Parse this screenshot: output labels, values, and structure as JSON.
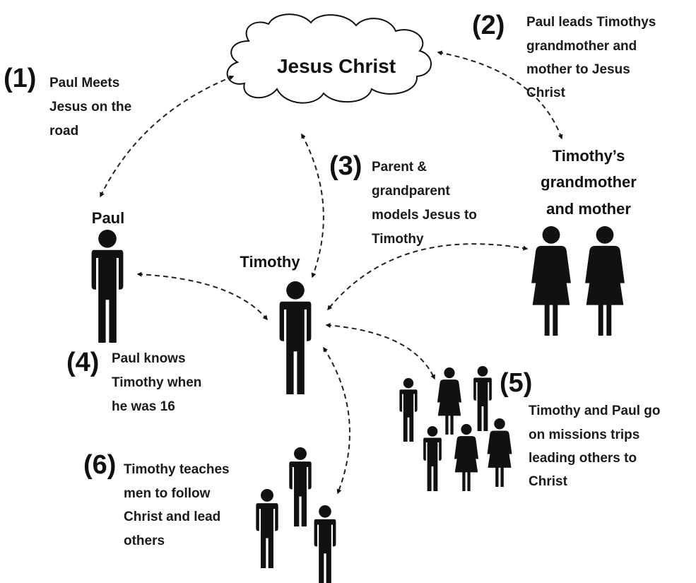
{
  "center": {
    "label": "Jesus Christ"
  },
  "people": {
    "paul": "Paul",
    "timothy": "Timothy",
    "family": [
      "Timothy’s",
      "grandmother",
      "and mother"
    ]
  },
  "steps": [
    {
      "number": "(1)",
      "lines": [
        "Paul Meets",
        "Jesus on the",
        "road"
      ]
    },
    {
      "number": "(2)",
      "lines": [
        "Paul leads Timothys",
        "grandmother and",
        "mother to Jesus",
        "Christ"
      ]
    },
    {
      "number": "(3)",
      "lines": [
        "Parent &",
        "grandparent",
        "models Jesus to",
        "Timothy"
      ]
    },
    {
      "number": "(4)",
      "lines": [
        "Paul knows",
        "Timothy when",
        "he was 16"
      ]
    },
    {
      "number": "(5)",
      "lines": [
        "Timothy and Paul go",
        "on missions trips",
        "leading others to",
        "Christ"
      ]
    },
    {
      "number": "(6)",
      "lines": [
        "Timothy teaches",
        "men to follow",
        "Christ and lead",
        "others"
      ]
    }
  ]
}
